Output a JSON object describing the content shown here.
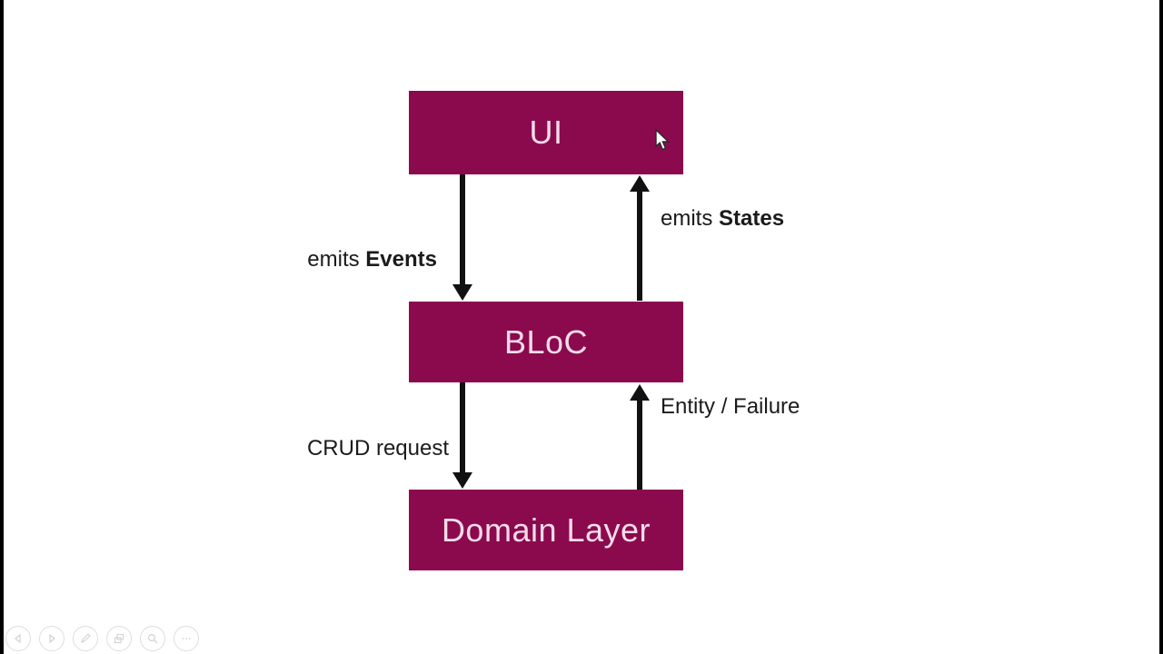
{
  "diagram": {
    "nodes": [
      {
        "id": "ui",
        "label": "UI"
      },
      {
        "id": "bloc",
        "label": "BLoC"
      },
      {
        "id": "domain",
        "label": "Domain Layer"
      }
    ],
    "edges": [
      {
        "from": "ui",
        "to": "bloc",
        "direction": "down",
        "prefix": "emits ",
        "bold": "Events"
      },
      {
        "from": "bloc",
        "to": "ui",
        "direction": "up",
        "prefix": "emits ",
        "bold": "States"
      },
      {
        "from": "bloc",
        "to": "domain",
        "direction": "down",
        "prefix": "CRUD request",
        "bold": ""
      },
      {
        "from": "domain",
        "to": "bloc",
        "direction": "up",
        "prefix": "Entity / Failure",
        "bold": ""
      }
    ],
    "colors": {
      "node_fill": "#8B0A4E",
      "node_text": "#F7DCEA",
      "arrow": "#111111",
      "label_text": "#1b1b1b"
    }
  },
  "toolbar": {
    "items": [
      {
        "name": "previous-slide"
      },
      {
        "name": "next-slide"
      },
      {
        "name": "pen-tools"
      },
      {
        "name": "see-all-slides"
      },
      {
        "name": "zoom"
      },
      {
        "name": "more-options"
      }
    ]
  }
}
